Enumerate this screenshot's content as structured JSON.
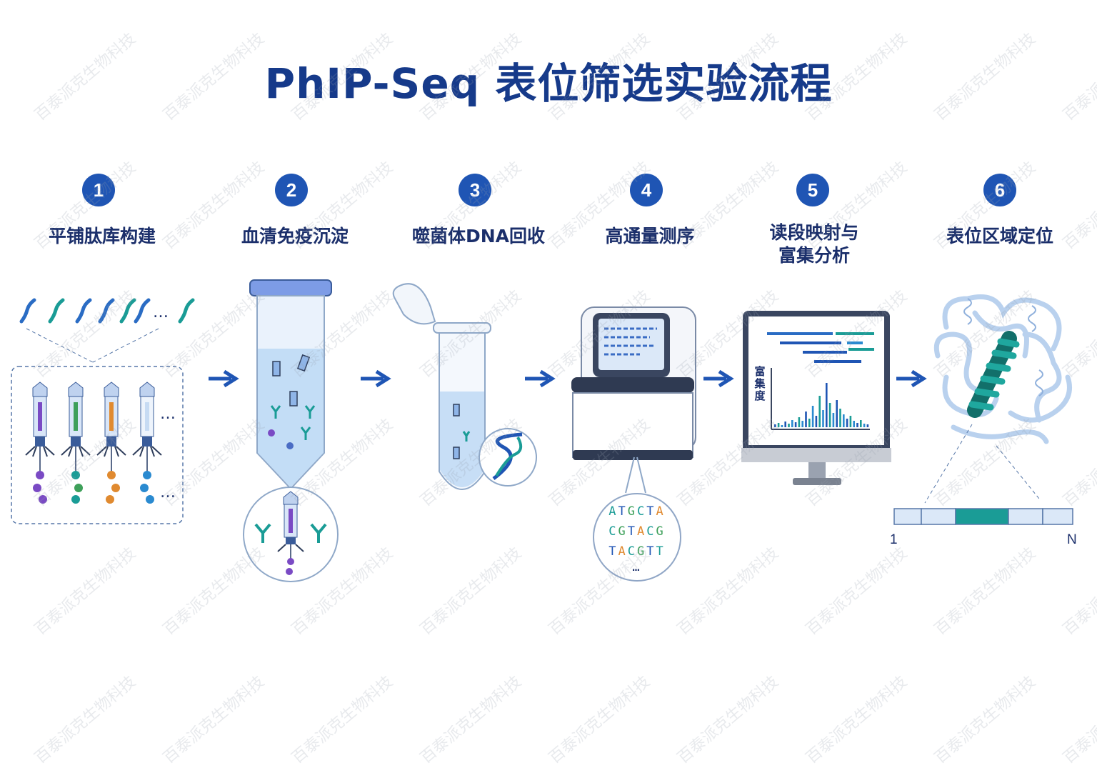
{
  "title": "PhIP-Seq 表位筛选实验流程",
  "watermark": "百泰派克生物科技",
  "steps": [
    {
      "number": "1",
      "label": "平铺肽库构建"
    },
    {
      "number": "2",
      "label": "血清免疫沉淀"
    },
    {
      "number": "3",
      "label": "噬菌体DNA回收"
    },
    {
      "number": "4",
      "label": "高通量测序"
    },
    {
      "number": "5",
      "label_line1": "读段映射与",
      "label_line2": "富集分析"
    },
    {
      "number": "6",
      "label": "表位区域定位"
    }
  ],
  "ellipsis": "…",
  "sequence": {
    "line1": "ATGCTA",
    "line2": "CGTACG",
    "line3": "TACGTT",
    "more": "…"
  },
  "chart": {
    "ylabel_chars": [
      "富",
      "集",
      "度"
    ]
  },
  "protein_bar": {
    "start_label": "1",
    "end_label": "N",
    "highlight_index": 2,
    "segments": 5
  },
  "colors": {
    "accent": "#1f55b4",
    "title": "#163a8a",
    "teal": "#1a9c96"
  }
}
